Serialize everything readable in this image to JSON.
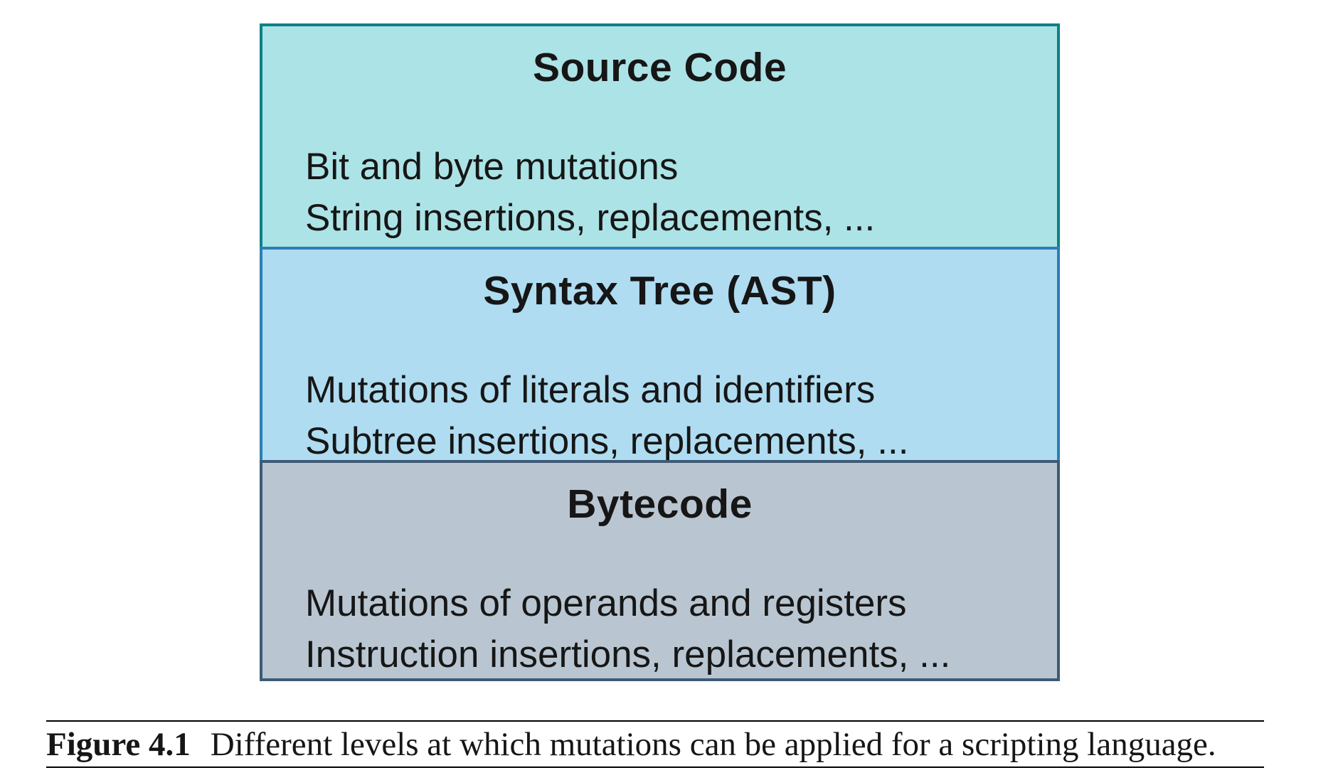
{
  "figure": {
    "boxes": [
      {
        "title": "Source Code",
        "lines": [
          "Bit and byte mutations",
          "String insertions, replacements, ..."
        ],
        "fill": "#ace3e6",
        "border": "#0b8187"
      },
      {
        "title": "Syntax Tree (AST)",
        "lines": [
          "Mutations of literals and identifiers",
          "Subtree insertions, replacements, ..."
        ],
        "fill": "#afdcf1",
        "border": "#2b7fb4"
      },
      {
        "title": "Bytecode",
        "lines": [
          "Mutations of operands and registers",
          "Instruction insertions, replacements, ..."
        ],
        "fill": "#b9c6d1",
        "border": "#3e5a76"
      }
    ],
    "caption": {
      "label": "Figure 4.1",
      "text": "Different levels at which mutations can be applied for a scripting language."
    }
  }
}
